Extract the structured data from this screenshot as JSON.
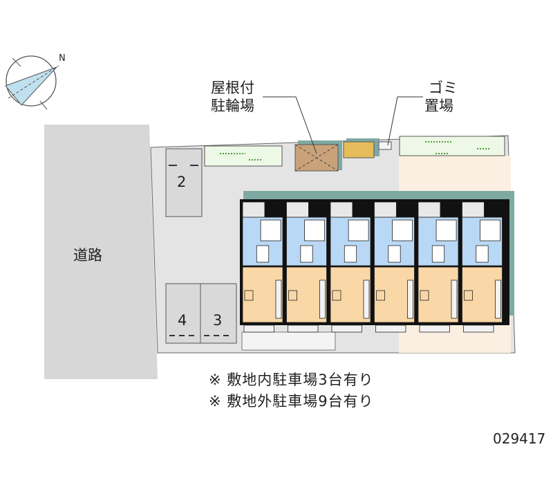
{
  "compass": {
    "label": "N"
  },
  "road": {
    "label": "道路"
  },
  "labels": {
    "bicycle_line1": "屋根付",
    "bicycle_line2": "駐輪場",
    "garbage_line1": "ゴミ",
    "garbage_line2": "置場"
  },
  "parking_spaces": [
    "2",
    "4",
    "3"
  ],
  "units": 6,
  "notes": [
    "※ 敷地内駐車場3台有り",
    "※ 敷地外駐車場9台有り"
  ],
  "property_code": "029417",
  "colors": {
    "road": "#d7d7d7",
    "site": "#e4e4e4",
    "wet_area": "#b9d8f5",
    "room": "#f9d7a6",
    "roof_shadow": "#7fa9a3",
    "bike_shelter": "#c9a27a",
    "garbage": "#e6bd5a",
    "planter": "#eef8e6",
    "yard": "#fbefe2"
  }
}
